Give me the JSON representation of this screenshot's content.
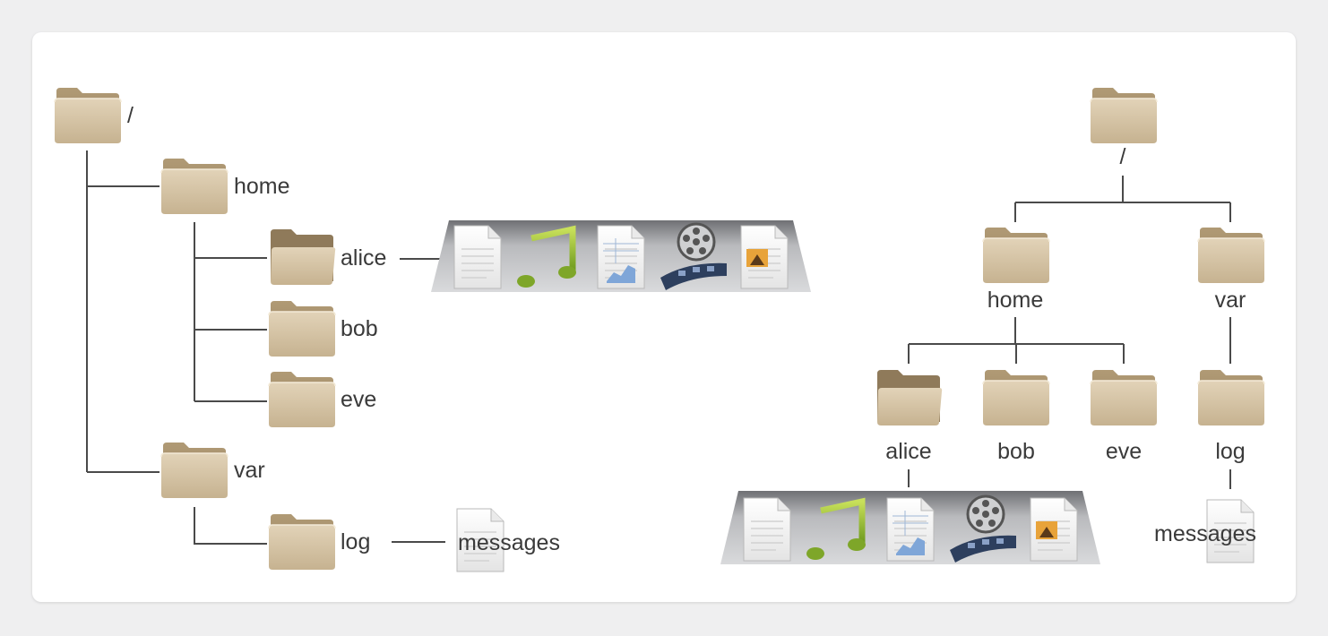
{
  "tree": {
    "root": "/",
    "home": "home",
    "alice": "alice",
    "bob": "bob",
    "eve": "eve",
    "var": "var",
    "log": "log",
    "messages": "messages"
  },
  "colors": {
    "folder": "#c9b593",
    "folder_dark": "#a8916b",
    "line": "#4a4a4a"
  },
  "icons": [
    "document-icon",
    "music-note-icon",
    "spreadsheet-icon",
    "film-reel-icon",
    "image-document-icon"
  ]
}
